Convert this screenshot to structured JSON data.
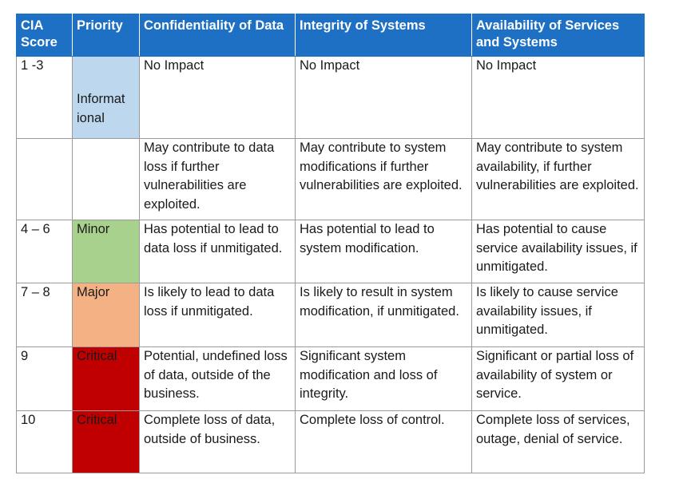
{
  "headers": {
    "score": "CIA Score",
    "priority": "Priority",
    "confidentiality": "Confidentiality of Data",
    "integrity": "Integrity of Systems",
    "availability": "Availability of Services and Systems"
  },
  "rows": [
    {
      "score": "1 -3",
      "priority": "Informat ional",
      "confidentiality": "No Impact",
      "integrity": "No Impact",
      "availability": "No Impact"
    },
    {
      "score": "",
      "priority": "",
      "confidentiality": "May contribute to data loss if further vulnerabilities are exploited.",
      "integrity": "May contribute to system modifications if further vulnerabilities are exploited.",
      "availability": "May contribute to system availability, if further vulnerabilities are exploited."
    },
    {
      "score": "4 – 6",
      "priority": "Minor",
      "confidentiality": "Has potential to lead to data loss if unmitigated.",
      "integrity": "Has potential to lead to system modification.",
      "availability": "Has potential to cause service availability issues, if unmitigated."
    },
    {
      "score": "7 – 8",
      "priority": "Major",
      "confidentiality": "Is likely to lead to data loss if unmitigated.",
      "integrity": "Is likely to result in system modification, if unmitigated.",
      "availability": "Is likely to cause service availability issues, if unmitigated."
    },
    {
      "score": "9",
      "priority": "Critical",
      "confidentiality": "Potential, undefined loss of data, outside of the business.",
      "integrity": "Significant system modification and loss of integrity.",
      "availability": "Significant or partial loss of availability of system or service."
    },
    {
      "score": "10",
      "priority": "Critical",
      "confidentiality": "Complete loss of data, outside of business.",
      "integrity": "Complete loss of control.",
      "availability": "Complete loss of services, outage, denial of service."
    }
  ],
  "colors": {
    "header_bg": "#1d70c4",
    "informational": "#bdd7ee",
    "minor": "#a9d18e",
    "major": "#f4b183",
    "critical": "#c00000"
  }
}
